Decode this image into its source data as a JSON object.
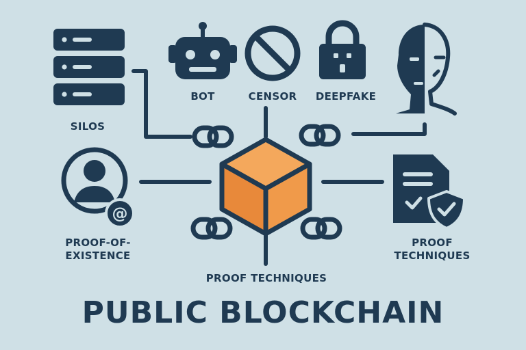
{
  "title": "PUBLIC BLOCKCHAIN",
  "labels": {
    "silos": "SILOS",
    "bot": "BOT",
    "censor": "CENSOR",
    "deepfake": "DEEPFAKE",
    "proof_of_existence_line1": "PROOF-OF-",
    "proof_of_existence_line2": "EXISTENCE",
    "proof_techniques_center": "PROOF TECHNIQUES",
    "proof_techniques_right_line1": "PROOF",
    "proof_techniques_right_line2": "TECHNIQUES"
  },
  "colors": {
    "background": "#cfe0e6",
    "ink": "#1f3a52",
    "cube_top": "#f4a85c",
    "cube_left": "#e8893a",
    "cube_right": "#f09a4a"
  },
  "icons": [
    "server-stack-icon",
    "robot-icon",
    "prohibited-icon",
    "padlock-icon",
    "half-face-icon",
    "user-at-icon",
    "document-shield-icon",
    "cube-icon",
    "chain-link-icon"
  ]
}
